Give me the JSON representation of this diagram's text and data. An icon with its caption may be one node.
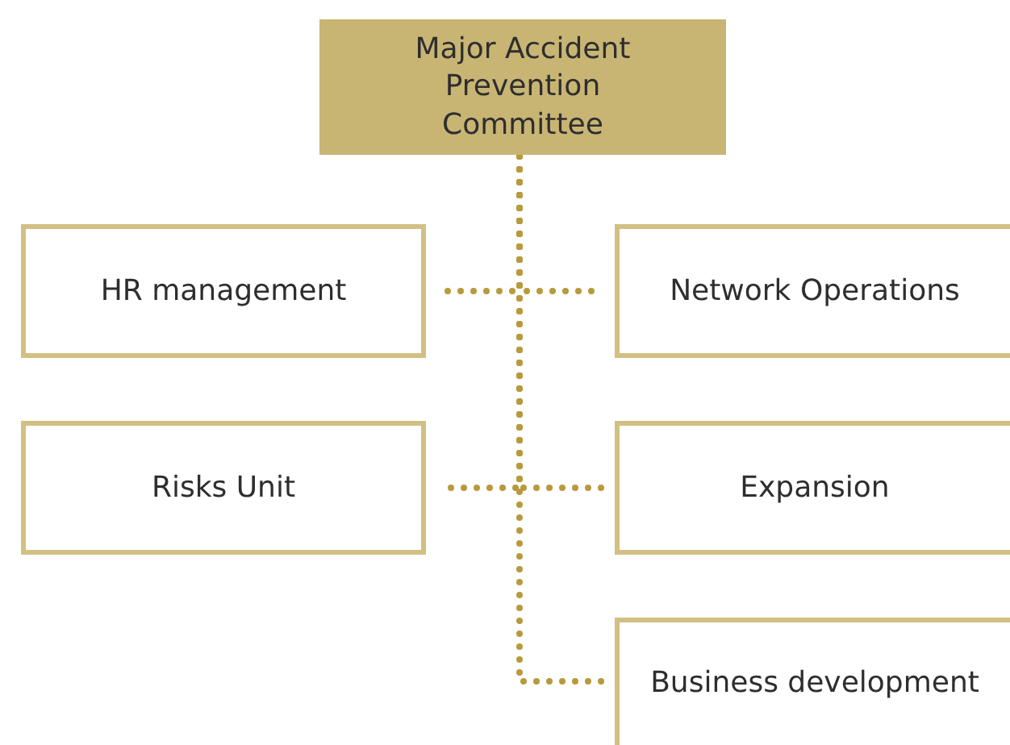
{
  "diagram": {
    "nodes": [
      {
        "text": [
          "Major Accident Prevention Committee"
        ]
      },
      {
        "text": [
          "HR management"
        ]
      },
      {
        "text": [
          "Network Operations"
        ]
      },
      {
        "text": [
          "Risks Unit"
        ]
      },
      {
        "text": [
          "Expansion"
        ]
      },
      {
        "text": [
          "Business development"
        ]
      }
    ],
    "edges": [
      {
        "from": 0,
        "to": 1,
        "arrow": "none"
      },
      {
        "from": 0,
        "to": 2,
        "arrow": "none"
      },
      {
        "from": 0,
        "to": 3,
        "arrow": "none"
      },
      {
        "from": 0,
        "to": 4,
        "arrow": "none"
      },
      {
        "from": 0,
        "to": 5,
        "arrow": "none"
      }
    ]
  }
}
